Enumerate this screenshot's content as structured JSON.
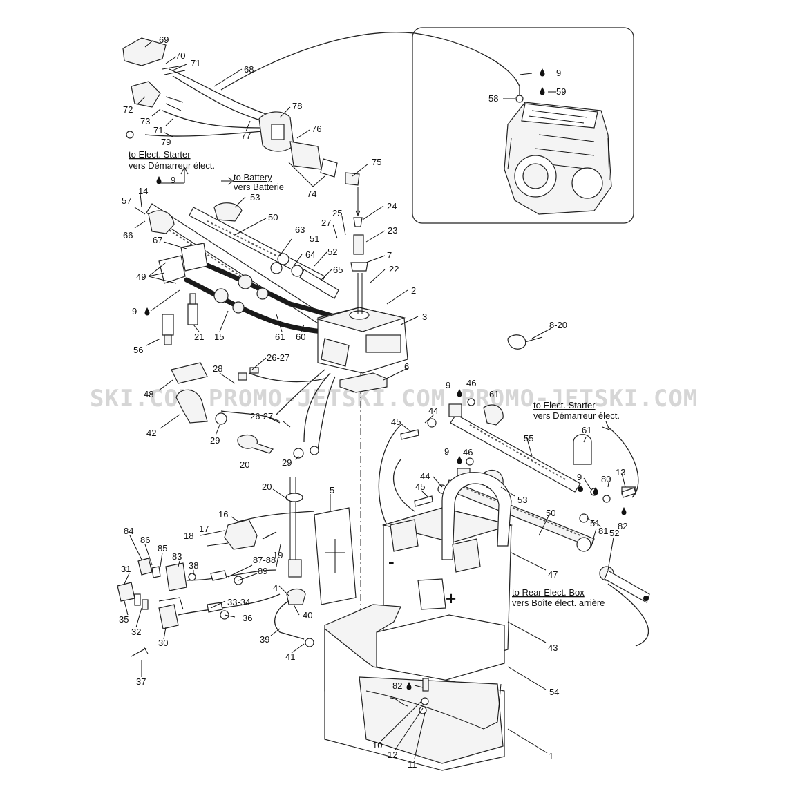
{
  "watermark": "SKI.COM   PROMO-JETSKI.COM   PROMO-JETSKI.COM",
  "notes": {
    "starter_left_en": "to Elect. Starter",
    "starter_left_fr": "vers Démarreur élect.",
    "battery_en": "to Battery",
    "battery_fr": "vers Batterie",
    "starter_right_en": "to Elect. Starter",
    "starter_right_fr": "vers Démarreur élect.",
    "rear_box_en": "to Rear Elect. Box",
    "rear_box_fr": "vers Boîte élect. arrière"
  },
  "callouts": {
    "c69": "69",
    "c70": "70",
    "c71a": "71",
    "c68": "68",
    "c72": "72",
    "c73": "73",
    "c71b": "71",
    "c78": "78",
    "c76": "76",
    "c79": "79",
    "c77": "77",
    "c74": "74",
    "c75": "75",
    "c9a": "9",
    "c58": "58",
    "c59": "59",
    "c9b": "9",
    "c14": "14",
    "c57": "57",
    "c66": "66",
    "c53a": "53",
    "c50a": "50",
    "c63": "63",
    "c25": "25",
    "c27": "27",
    "c24": "24",
    "c23": "23",
    "c67": "67",
    "c51a": "51",
    "c52a": "52",
    "c64": "64",
    "c65": "65",
    "c7": "7",
    "c22": "22",
    "c49": "49",
    "c2": "2",
    "c3": "3",
    "c9c": "9",
    "c56": "56",
    "c21": "21",
    "c15": "15",
    "c61a": "61",
    "c60": "60",
    "c8_20": "8-20",
    "c26_27a": "26-27",
    "c6": "6",
    "c28": "28",
    "c48": "48",
    "c9d": "9",
    "c46a": "46",
    "c61b": "61",
    "c44a": "44",
    "c45a": "45",
    "c42": "42",
    "c26_27b": "26-27",
    "c29a": "29",
    "c20a": "20",
    "c29b": "29",
    "c55": "55",
    "c61c": "61",
    "c9e": "9",
    "c46b": "46",
    "c9f": "9",
    "c80": "80",
    "c13": "13",
    "c44b": "44",
    "c45b": "45",
    "c53b": "53",
    "c82a": "82",
    "c81": "81",
    "c20b": "20",
    "c5": "5",
    "c16": "16",
    "c50b": "50",
    "c51b": "51",
    "c52b": "52",
    "c84": "84",
    "c86": "86",
    "c85": "85",
    "c17": "17",
    "c18": "18",
    "c19": "19",
    "c87_88": "87-88",
    "c83": "83",
    "c38": "38",
    "c89": "89",
    "c31": "31",
    "c47": "47",
    "c4": "4",
    "c33_34": "33-34",
    "c35": "35",
    "c32": "32",
    "c36": "36",
    "c30": "30",
    "c40": "40",
    "c39": "39",
    "c43": "43",
    "c41": "41",
    "c37": "37",
    "c82b": "82",
    "c54": "54",
    "c10": "10",
    "c12": "12",
    "c11": "11",
    "c1": "1"
  },
  "icons": [
    "oil-drop-icon",
    "engine-illustration",
    "battery-illustration"
  ],
  "colors": {
    "ink": "#111111",
    "watermark": "#d6d6d6",
    "background": "#ffffff"
  }
}
